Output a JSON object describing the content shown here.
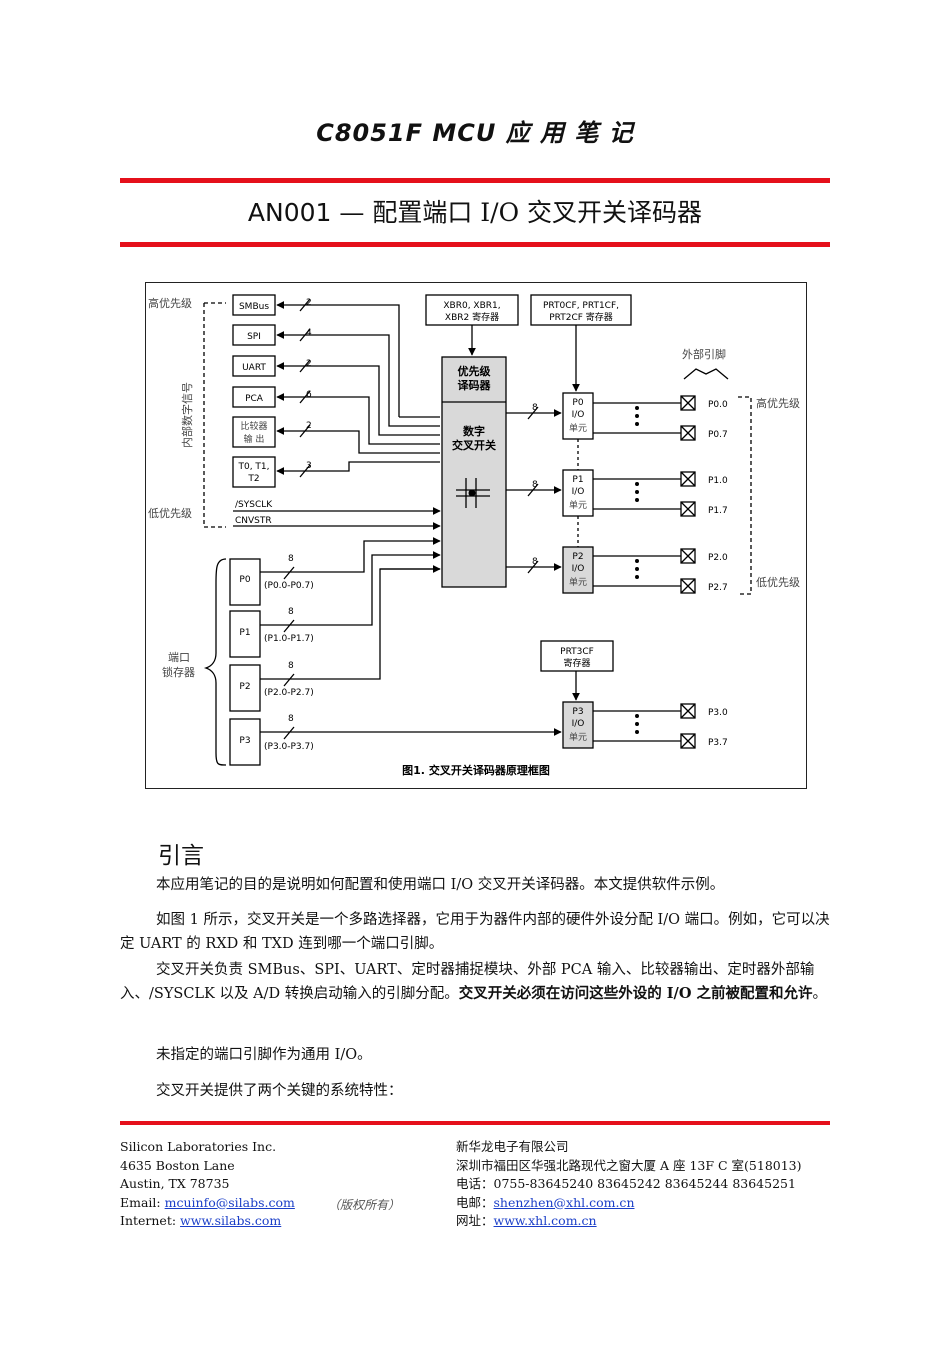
{
  "header": {
    "title": "C8051F MCU 应 用 笔 记"
  },
  "doc_title": {
    "code": "AN001",
    "dash": "—",
    "text": "配置端口 I/O 交叉开关译码器"
  },
  "figure": {
    "caption": "图1. 交叉开关译码器原理框图",
    "high_priority": "高优先级",
    "low_priority": "低优先级",
    "internal_signals": "内部数字信号",
    "port_latches": [
      "端口",
      "锁存器"
    ],
    "ext_pins": "外部引脚",
    "pin_high": "高优先级",
    "pin_low": "低优先级",
    "xbr_regs": [
      "XBR0, XBR1,",
      "XBR2 寄存器"
    ],
    "prt_regs": [
      "PRT0CF, PRT1CF,",
      "PRT2CF  寄存器"
    ],
    "prt3_regs": [
      "PRT3CF",
      "寄存器"
    ],
    "priority_decoder": [
      "优先级",
      "译码器"
    ],
    "digital_crossbar": [
      "数字",
      "交叉开关"
    ],
    "peripherals": [
      {
        "label": "SMBus",
        "width": "2"
      },
      {
        "label": "SPI",
        "width": "4"
      },
      {
        "label": "UART",
        "width": "2"
      },
      {
        "label": "PCA",
        "width": "6"
      },
      {
        "label": "比较器|输    出",
        "width": "2"
      },
      {
        "label": "T0, T1,|T2",
        "width": "3"
      }
    ],
    "signals": [
      "/SYSCLK",
      "CNVSTR"
    ],
    "latches": [
      {
        "label": "P0",
        "range": "(P0.0-P0.7)"
      },
      {
        "label": "P1",
        "range": "(P1.0-P1.7)"
      },
      {
        "label": "P2",
        "range": "(P2.0-P2.7)"
      },
      {
        "label": "P3",
        "range": "(P3.0-P3.7)"
      }
    ],
    "bus_width": "8",
    "io_cells": [
      {
        "label": "P0|I/O|单元",
        "pin_first": "P0.0",
        "pin_last": "P0.7"
      },
      {
        "label": "P1|I/O|单元",
        "pin_first": "P1.0",
        "pin_last": "P1.7"
      },
      {
        "label": "P2|I/O|单元",
        "pin_first": "P2.0",
        "pin_last": "P2.7"
      },
      {
        "label": "P3|I/O|单元",
        "pin_first": "P3.0",
        "pin_last": "P3.7"
      }
    ]
  },
  "section": {
    "heading": "引言"
  },
  "paragraphs": {
    "p1": "本应用笔记的目的是说明如何配置和使用端口 I/O 交叉开关译码器。本文提供软件示例。",
    "p2": "如图 1 所示，交叉开关是一个多路选择器，它用于为器件内部的硬件外设分配 I/O 端口。例如，它可以决定 UART 的 RXD 和 TXD 连到哪一个端口引脚。",
    "p3a": "交叉开关负责 SMBus、SPI、UART、定时器捕捉模块、外部 PCA 输入、比较器输出、定时器外部输入、/SYSCLK 以及 A/D 转换启动输入的引脚分配。",
    "p3b": "交叉开关必须在访问这些外设的 I/O 之前被配置和允许",
    "p3c": "。",
    "p4": "未指定的端口引脚作为通用 I/O。",
    "p5": "交叉开关提供了两个关键的系统特性："
  },
  "footer": {
    "left": {
      "company": "Silicon Laboratories Inc.",
      "addr1": "4635 Boston Lane",
      "addr2": "Austin, TX 78735",
      "email_label": "Email: ",
      "email": "mcuinfo@silabs.com",
      "web_label": "Internet: ",
      "web": "www.silabs.com"
    },
    "copyright": "（版权所有）",
    "right": {
      "company": "新华龙电子有限公司",
      "addr": "深圳市福田区华强北路现代之窗大厦 A 座 13F C 室(518013)",
      "phone": "电话：0755-83645240    83645242    83645244    83645251",
      "email_label": "电邮：",
      "email": "shenzhen@xhl.com.cn",
      "web_label": "网址：",
      "web": "www.xhl.com.cn"
    }
  }
}
